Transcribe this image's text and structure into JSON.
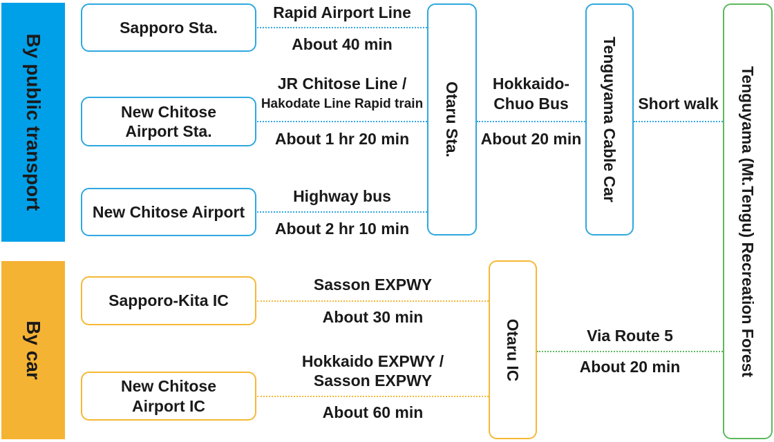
{
  "colors": {
    "public_transport": "#00a0e9",
    "car": "#f5b334",
    "blue_border": "#2ea7e0",
    "yellow_border": "#f5b834",
    "green_border": "#5cb85c"
  },
  "bands": {
    "public_transport": "By public transport",
    "car": "By car"
  },
  "nodes": {
    "sapporo_sta": "Sapporo Sta.",
    "new_chitose_airport_sta_1": "New Chitose",
    "new_chitose_airport_sta_2": "Airport Sta.",
    "new_chitose_airport": "New Chitose Airport",
    "sapporo_kita_ic": "Sapporo-Kita IC",
    "new_chitose_airport_ic_1": "New Chitose",
    "new_chitose_airport_ic_2": "Airport IC",
    "otaru_sta": "Otaru Sta.",
    "otaru_ic": "Otaru IC",
    "cable_car": "Tenguyama Cable Car",
    "destination": "Tenguyama (Mt.Tengu) Recreation Forest"
  },
  "routes": {
    "sapporo_line": "Rapid Airport Line",
    "sapporo_time": "About 40 min",
    "chitose_sta_line_1": "JR Chitose Line /",
    "chitose_sta_line_2": "Hakodate Line Rapid train",
    "chitose_sta_time": "About 1 hr 20 min",
    "airport_line": "Highway bus",
    "airport_time": "About 2 hr 10 min",
    "otaru_bus_1": "Hokkaido-",
    "otaru_bus_2": "Chuo Bus",
    "otaru_bus_time": "About 20 min",
    "walk": "Short walk",
    "kita_line": "Sasson EXPWY",
    "kita_time": "About 30 min",
    "chitose_ic_line_1": "Hokkaido EXPWY /",
    "chitose_ic_line_2": "Sasson EXPWY",
    "chitose_ic_time": "About 60 min",
    "otaru_ic_line": "Via Route 5",
    "otaru_ic_time": "About 20 min"
  }
}
